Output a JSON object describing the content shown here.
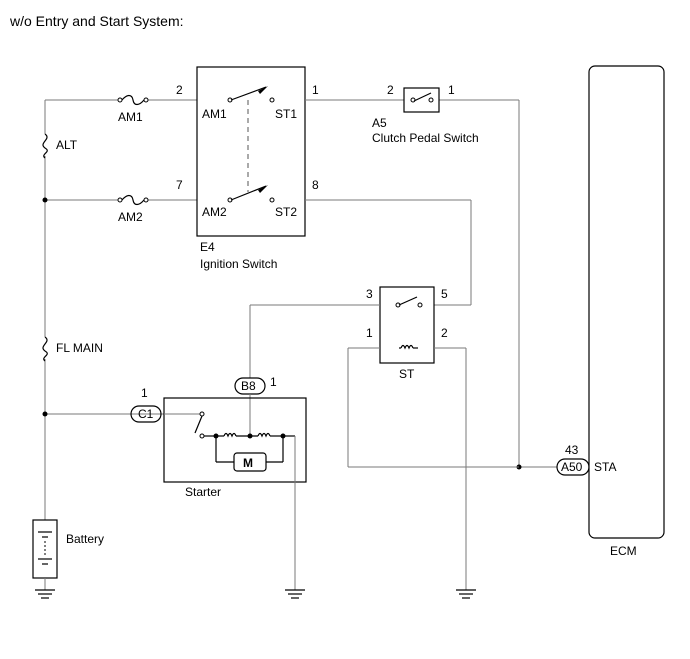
{
  "title": "w/o Entry and Start System:",
  "labels": {
    "alt": "ALT",
    "fl_main": "FL MAIN",
    "am1_fuse": "AM1",
    "am2_fuse": "AM2",
    "battery": "Battery",
    "ign_code": "E4",
    "ign_name": "Ignition Switch",
    "ign_am1": "AM1",
    "ign_st1": "ST1",
    "ign_am2": "AM2",
    "ign_st2": "ST2",
    "clutch_code": "A5",
    "clutch_name": "Clutch Pedal Switch",
    "st_relay": "ST",
    "starter": "Starter",
    "motor": "M",
    "ecm": "ECM",
    "sta": "STA"
  },
  "connectors": {
    "b8": "B8",
    "c1": "C1",
    "a50": "A50"
  },
  "pins": {
    "ign_am1": "2",
    "ign_st1": "1",
    "ign_am2": "7",
    "ign_st2": "8",
    "clutch_in": "2",
    "clutch_out": "1",
    "relay_3": "3",
    "relay_5": "5",
    "relay_1": "1",
    "relay_2": "2",
    "b8_pin": "1",
    "c1_pin": "1",
    "ecm_pin": "43"
  }
}
